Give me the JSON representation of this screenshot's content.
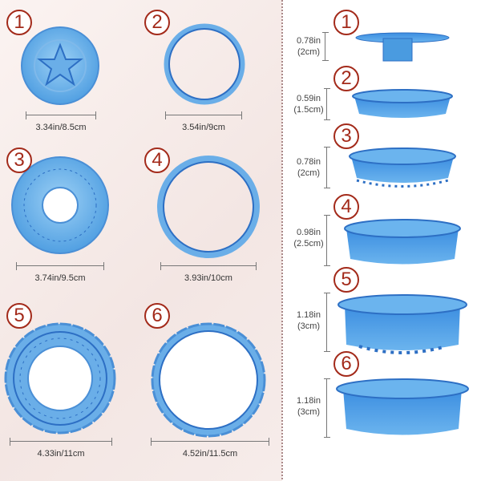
{
  "pieces": [
    {
      "number": "1",
      "diameter": "3.34in/8.5cm",
      "height_in": "0.78in",
      "height_cm": "(2cm)"
    },
    {
      "number": "2",
      "diameter": "3.54in/9cm",
      "height_in": "0.59in",
      "height_cm": "(1.5cm)"
    },
    {
      "number": "3",
      "diameter": "3.74in/9.5cm",
      "height_in": "0.78in",
      "height_cm": "(2cm)"
    },
    {
      "number": "4",
      "diameter": "3.93in/10cm",
      "height_in": "0.98in",
      "height_cm": "(2.5cm)"
    },
    {
      "number": "5",
      "diameter": "4.33in/11cm",
      "height_in": "1.18in",
      "height_cm": "(3cm)"
    },
    {
      "number": "6",
      "diameter": "4.52in/11.5cm",
      "height_in": "1.18in",
      "height_cm": "(3cm)"
    }
  ],
  "colors": {
    "plastic": "#4a9be0",
    "rim": "#2d6fc4",
    "badge": "#a32a1a"
  }
}
